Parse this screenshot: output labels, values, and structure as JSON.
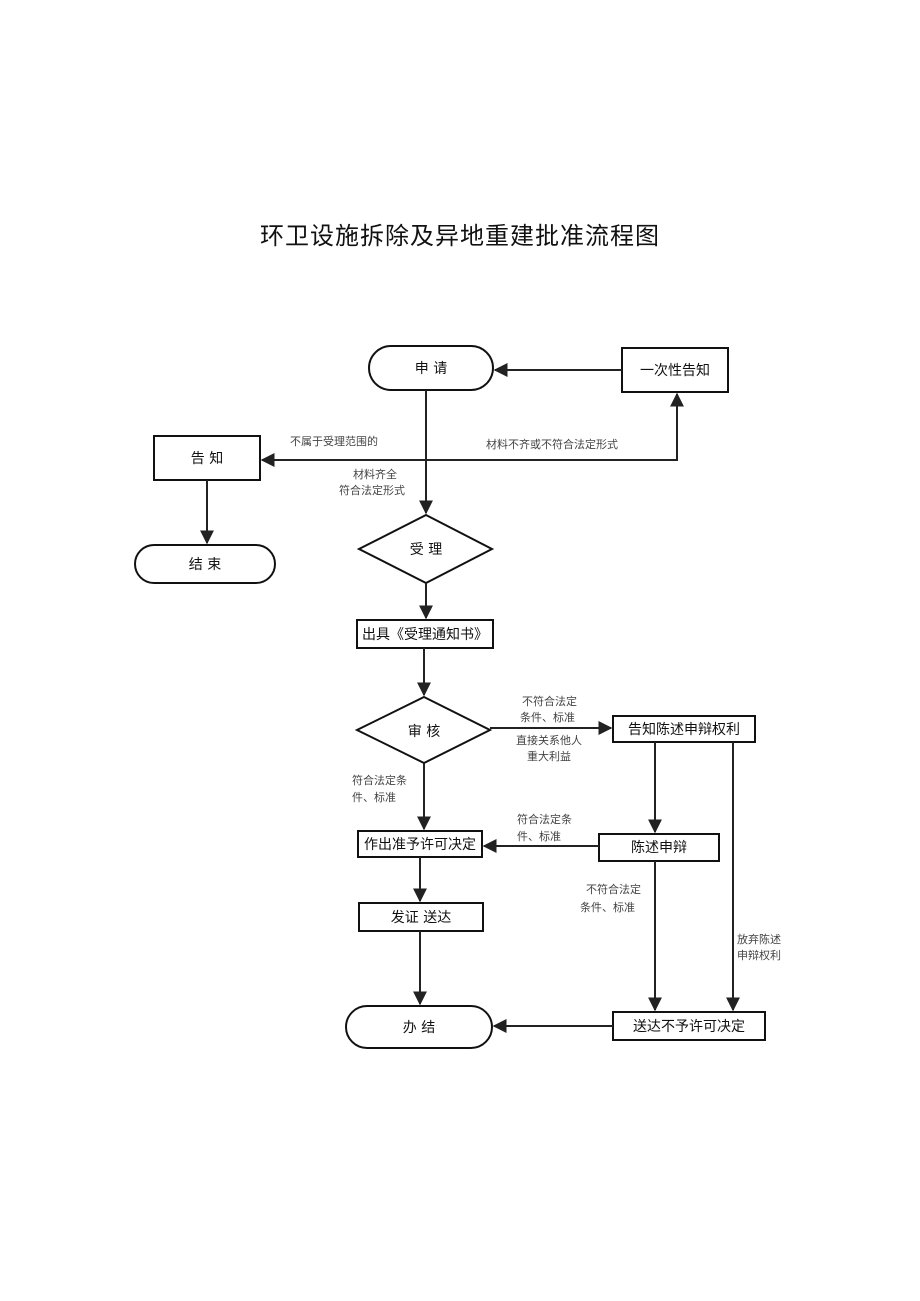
{
  "title": "环卫设施拆除及异地重建批准流程图",
  "nodes": {
    "apply": "申 请",
    "notify_once": "一次性告知",
    "inform": "告 知",
    "end": "结 束",
    "accept": "受 理",
    "issue_notice": "出具《受理通知书》",
    "review": "审 核",
    "inform_rights": "告知陈述申辩权利",
    "approve_decision": "作出准予许可决定",
    "statement": "陈述申辩",
    "deliver_cert": "发证 送达",
    "finish": "办 结",
    "deny_delivery": "送达不予许可决定"
  },
  "labels": {
    "not_in_scope": "不属于受理范围的",
    "incomplete": "材料不齐或不符合法定形式",
    "complete_1": "材料齐全",
    "complete_2": "符合法定形式",
    "not_meet_1": "不符合法定",
    "not_meet_2": "条件、标准",
    "interest_1": "直接关系他人",
    "interest_2": "重大利益",
    "meet_1": "符合法定条",
    "meet_2": "件、标准",
    "meet_b_1": "符合法定条",
    "meet_b_2": "件、标准",
    "not_meet_b_1": "不符合法定",
    "not_meet_b_2": "条件、标准",
    "waive_1": "放弃陈述",
    "waive_2": "申辩权利"
  }
}
